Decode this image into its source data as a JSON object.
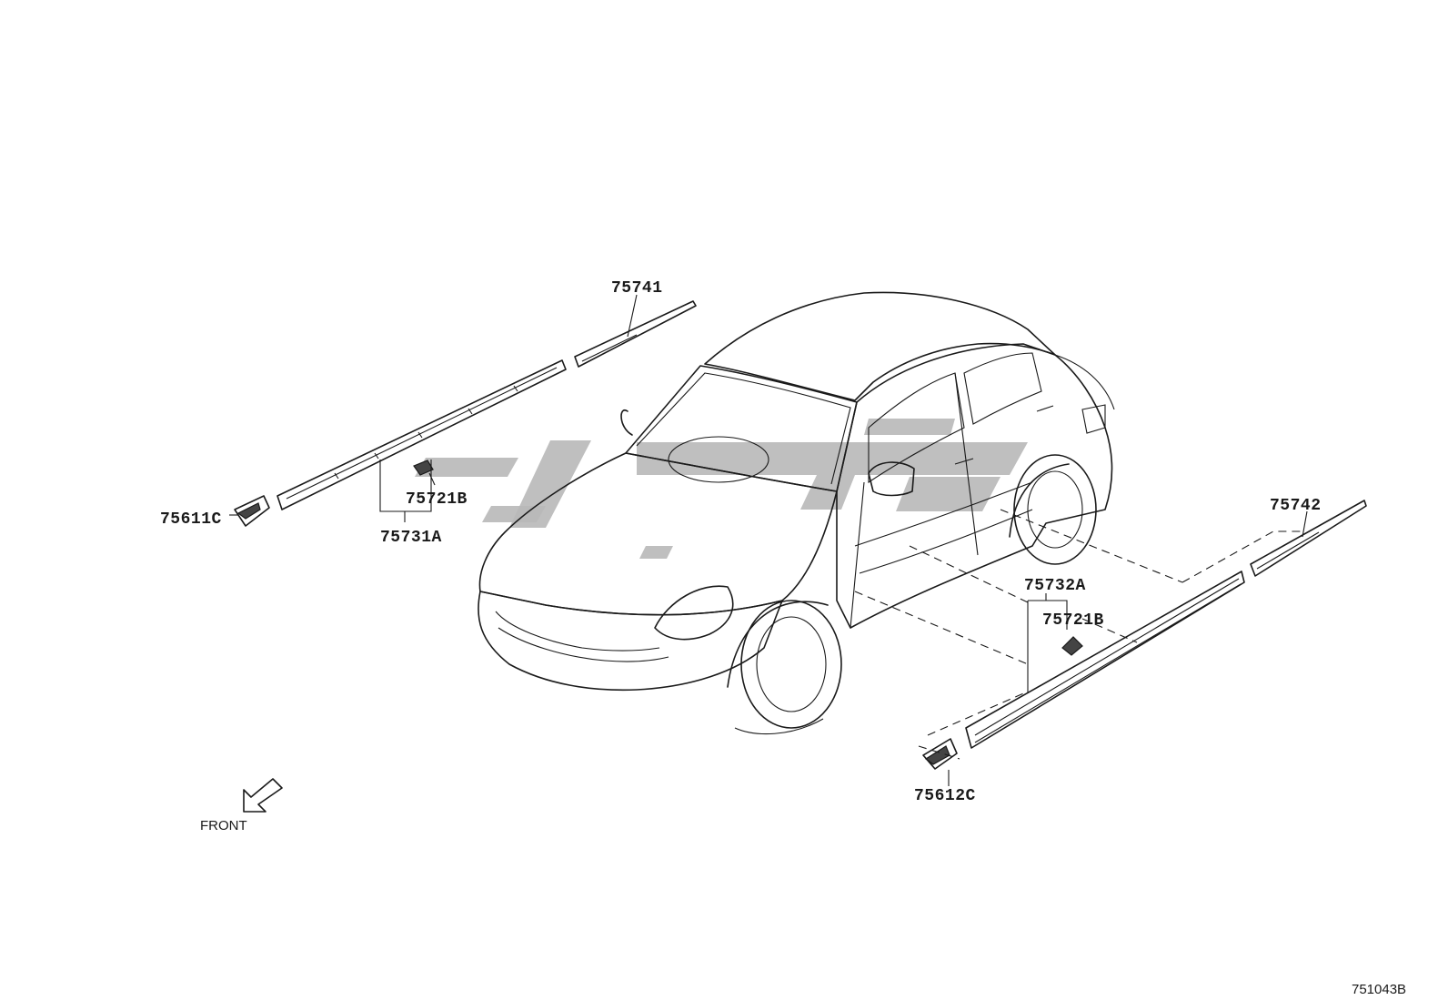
{
  "callouts": {
    "p75741": "75741",
    "p75721b_top": "75721B",
    "p75731a": "75731A",
    "p75611c": "75611C",
    "p75742": "75742",
    "p75732a": "75732A",
    "p75721b_bottom": "75721B",
    "p75612c": "75612C"
  },
  "direction_label": "FRONT",
  "diagram_id": "751043B"
}
